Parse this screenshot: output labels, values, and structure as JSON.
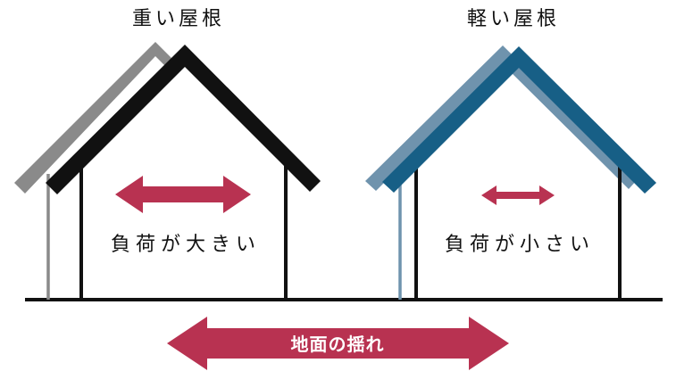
{
  "colors": {
    "heavy_roof": "#111111",
    "heavy_roof_shadow": "#8a8a8a",
    "light_roof": "#175f86",
    "light_roof_shadow": "#6f93ad",
    "wall": "#111111",
    "arrow": "#b83251",
    "ground_line": "#111111"
  },
  "heavy_house": {
    "title": "重い屋根",
    "load_label": "負荷が大きい"
  },
  "light_house": {
    "title": "軽い屋根",
    "load_label": "負荷が小さい"
  },
  "ground": {
    "label": "地面の揺れ"
  }
}
